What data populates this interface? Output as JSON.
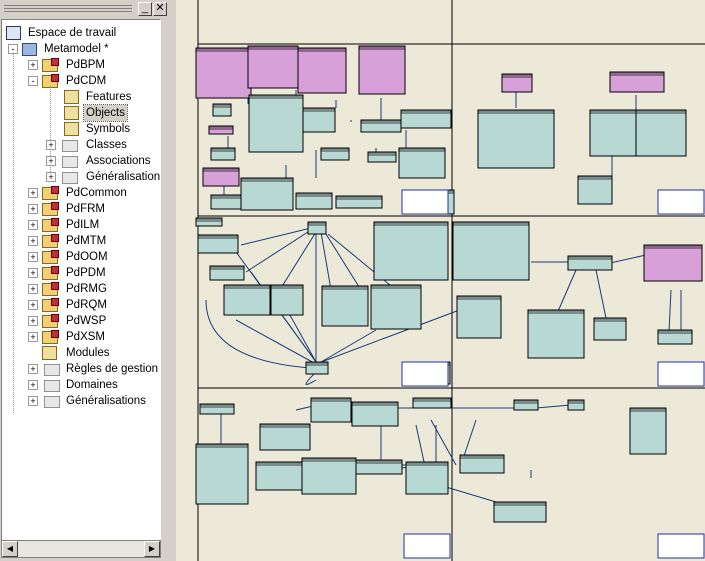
{
  "panel": {
    "minimize_label": "_",
    "close_label": "✕"
  },
  "tree": {
    "root_label": "Espace de travail",
    "model_label": "Metamodel *",
    "packages": [
      {
        "label": "PdBPM",
        "expander": "+"
      },
      {
        "label": "PdCDM",
        "expander": "-"
      }
    ],
    "pdcdm_children": [
      {
        "label": "Features"
      },
      {
        "label": "Objects"
      },
      {
        "label": "Symbols"
      },
      {
        "label": "Classes",
        "expander": "+"
      },
      {
        "label": "Associations",
        "expander": "+"
      },
      {
        "label": "Généralisations",
        "expander": "+"
      }
    ],
    "other_packages": [
      {
        "label": "PdCommon"
      },
      {
        "label": "PdFRM"
      },
      {
        "label": "PdILM"
      },
      {
        "label": "PdMTM"
      },
      {
        "label": "PdOOM"
      },
      {
        "label": "PdPDM"
      },
      {
        "label": "PdRMG"
      },
      {
        "label": "PdRQM"
      },
      {
        "label": "PdWSP"
      },
      {
        "label": "PdXSM"
      }
    ],
    "modules_label": "Modules",
    "tail_folders": [
      {
        "label": "Règles de gestion"
      },
      {
        "label": "Domaines"
      },
      {
        "label": "Généralisations"
      }
    ]
  },
  "colors": {
    "class_fill": "#b8d8d4",
    "pink_fill": "#d8a0d8",
    "canvas_bg": "#ece9d8",
    "link": "#1a3a7a"
  }
}
